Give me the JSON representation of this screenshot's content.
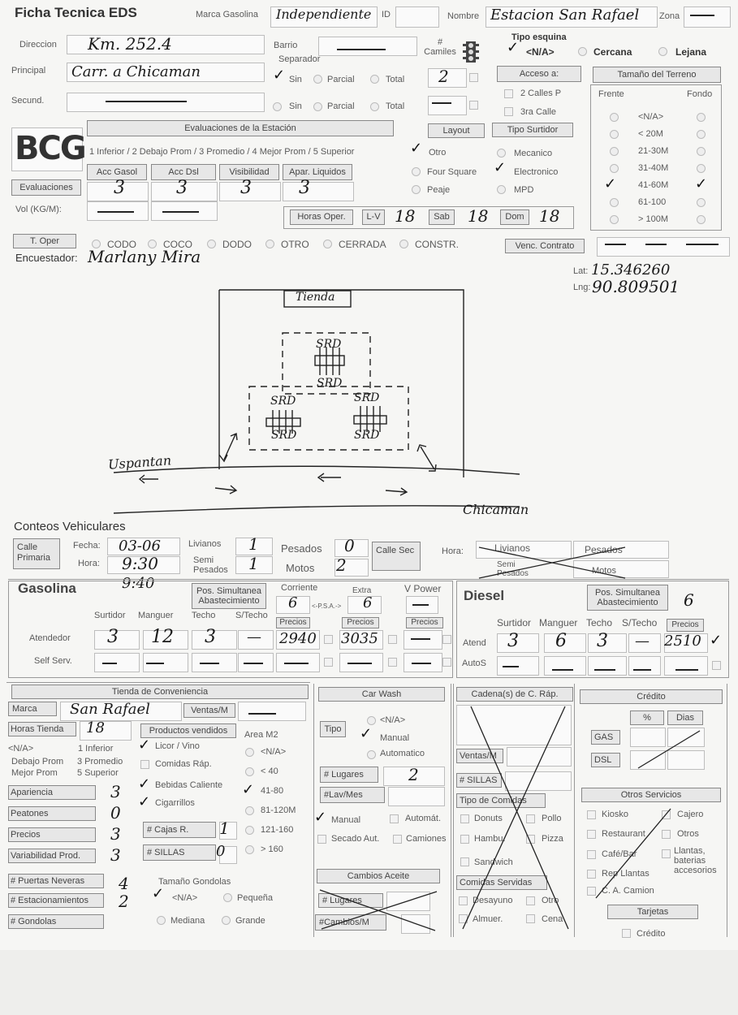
{
  "header": {
    "title": "Ficha Tecnica EDS",
    "marca_label": "Marca Gasolina",
    "marca_value": "Independiente",
    "id_label": "ID",
    "nombre_label": "Nombre",
    "nombre_value": "Estacion San Rafael",
    "zona_label": "Zona"
  },
  "address": {
    "direccion_label": "Direccion",
    "direccion_value": "Km. 252.4",
    "barrio_label": "Barrio",
    "camiones_label": "# Camiles",
    "camiones_value": "2",
    "principal_label": "Principal",
    "principal_value": "Carr. a Chicaman",
    "secund_label": "Secund.",
    "separador_label": "Separador",
    "sin": "Sin",
    "parcial": "Parcial",
    "total": "Total"
  },
  "tipo_esquina": {
    "label": "Tipo esquina",
    "na": "<N/A>",
    "cercana": "Cercana",
    "lejana": "Lejana"
  },
  "acceso": {
    "label": "Acceso a:",
    "calles2": "2 Calles P",
    "calle3": "3ra Calle"
  },
  "terreno": {
    "label": "Tamaño del Terreno",
    "frente": "Frente",
    "fondo": "Fondo",
    "options": [
      "<N/A>",
      "< 20M",
      "21-30M",
      "31-40M",
      "41-60M",
      "61-100",
      "> 100M"
    ]
  },
  "evaluaciones": {
    "header": "Evaluaciones de la Estación",
    "scale": "1 Inferior / 2 Debajo Prom / 3 Promedio / 4 Mejor Prom / 5 Superior",
    "logo": "BCG",
    "btn": "Evaluaciones",
    "vol_label": "Vol (KG/M):",
    "cols": [
      "Acc Gasol",
      "Acc Dsl",
      "Visibilidad",
      "Apar. Liquidos"
    ],
    "values": [
      "3",
      "3",
      "3",
      "3"
    ]
  },
  "layout": {
    "label": "Layout",
    "otro": "Otro",
    "four_square": "Four Square",
    "peaje": "Peaje"
  },
  "tipo_surtidor": {
    "label": "Tipo Surtidor",
    "mecanico": "Mecanico",
    "electronico": "Electronico",
    "mpd": "MPD"
  },
  "horas": {
    "label": "Horas Oper.",
    "lv": "L-V",
    "lv_value": "18",
    "sab": "Sab",
    "sab_value": "18",
    "dom": "Dom",
    "dom_value": "18"
  },
  "t_oper": {
    "label": "T. Oper",
    "options": [
      "CODO",
      "COCO",
      "DODO",
      "OTRO",
      "CERRADA",
      "CONSTR."
    ],
    "venc": "Venc. Contrato"
  },
  "encuestador": {
    "label": "Encuestador:",
    "value": "Marlany Mira"
  },
  "geo": {
    "lat_label": "Lat:",
    "lat": "15.346260",
    "lng_label": "Lng:",
    "lng": "90.809501"
  },
  "sketch": {
    "tienda": "Tienda",
    "srd": "SRD",
    "left_road": "Uspantan",
    "right_road": "Chicaman"
  },
  "conteos": {
    "title": "Conteos Vehiculares",
    "calle_primaria": "Calle Primaria",
    "fecha_label": "Fecha:",
    "fecha": "03-06",
    "hora_label": "Hora:",
    "hora": "9:30",
    "hora2": "9:40",
    "livianos": "Livianos",
    "livianos_v": "1",
    "semi": "Semi Pesados",
    "semi_v": "1",
    "pesados": "Pesados",
    "pesados_v": "0",
    "motos": "Motos",
    "motos_v": "2",
    "calle_sec": "Calle Sec",
    "hora2_label": "Hora:"
  },
  "gasolina": {
    "title": "Gasolina",
    "pos": "Pos. Simultanea Abastecimiento",
    "corriente": "Corriente",
    "extra": "Extra",
    "vpower": "V Power",
    "psa": "<-P.S.A.->",
    "corriente_v": "6",
    "extra_v": "6",
    "cols": [
      "Surtidor",
      "Manguer",
      "Techo",
      "S/Techo"
    ],
    "precios": "Precios",
    "atendedor": "Atendedor",
    "self": "Self Serv.",
    "att_values": [
      "3",
      "12",
      "3",
      "—"
    ],
    "precio1": "2940",
    "precio2": "3035"
  },
  "diesel": {
    "title": "Diesel",
    "pos": "Pos. Simultanea Abastecimiento",
    "pos_v": "6",
    "cols": [
      "Surtidor",
      "Manguer",
      "Techo",
      "S/Techo"
    ],
    "precios": "Precios",
    "atend": "Atend",
    "autos": "AutoS",
    "att_values": [
      "3",
      "6",
      "3",
      "—"
    ],
    "precio": "2510"
  },
  "tienda": {
    "title": "Tienda de Conveniencia",
    "marca": "Marca",
    "marca_value": "San Rafael",
    "ventas": "Ventas/M",
    "horas": "Horas Tienda",
    "horas_value": "18",
    "productos": "Productos vendidos",
    "area": "Area M2",
    "scale_a": "<N/A>",
    "scale_b": "1 Inferior",
    "scale_c": "Debajo Prom",
    "scale_d": "3 Promedio",
    "scale_e": "Mejor Prom",
    "scale_f": "5 Superior",
    "prod": [
      "Licor / Vino",
      "Comidas Ráp.",
      "Bebidas Caliente",
      "Cigarrillos"
    ],
    "area_opts": [
      "<N/A>",
      "< 40",
      "41-80",
      "81-120M",
      "121-160",
      "> 160"
    ],
    "rows": [
      "Apariencia",
      "Peatones",
      "Precios",
      "Variabilidad Prod."
    ],
    "row_values": [
      "3",
      "0",
      "3",
      "3"
    ],
    "cajas": "# Cajas R.",
    "cajas_v": "1",
    "sillas": "# SILLAS",
    "sillas_v": "0",
    "puertas": "# Puertas Neveras",
    "puertas_v": "4",
    "estac": "# Estacionamientos",
    "estac_v": "2",
    "gondolas": "# Gondolas",
    "tam_gond": "Tamaño Gondolas",
    "g_na": "<N/A>",
    "g_peq": "Pequeña",
    "g_med": "Mediana",
    "g_gra": "Grande"
  },
  "carwash": {
    "title": "Car Wash",
    "tipo": "Tipo",
    "na": "<N/A>",
    "manual": "Manual",
    "auto": "Automatico",
    "lugares": "# Lugares",
    "lugares_v": "2",
    "lav": "#Lav/Mes",
    "manual2": "Manual",
    "automat": "Automát.",
    "secado": "Secado Aut.",
    "camiones": "Camiones",
    "cambios": "Cambios Aceite",
    "lug2": "# Lugares",
    "cam2": "#Cambios/M"
  },
  "cadena": {
    "title": "Cadena(s) de C. Ráp.",
    "ventas": "Ventas/M",
    "sillas": "# SILLAS",
    "tipo": "Tipo de Comidas",
    "donuts": "Donuts",
    "pollo": "Pollo",
    "hambu": "Hambu.",
    "pizza": "Pizza",
    "sandwich": "Sandwich",
    "servidas": "Comidas Servidas",
    "desayuno": "Desayuno",
    "otro": "Otro",
    "almuer": "Almuer.",
    "cena": "Cena"
  },
  "credito": {
    "title": "Crédito",
    "pct": "%",
    "dias": "Dias",
    "gas": "GAS",
    "dsl": "DSL",
    "otros": "Otros Servicios",
    "kiosko": "Kiosko",
    "cajero": "Cajero",
    "restaurant": "Restaurant",
    "otros2": "Otros",
    "cafe": "Café/Bar",
    "llantas": "Llantas, baterias accesorios",
    "rep": "Rep Llantas",
    "camion": "C. A. Camion",
    "tarjetas": "Tarjetas",
    "credito2": "Crédito"
  }
}
